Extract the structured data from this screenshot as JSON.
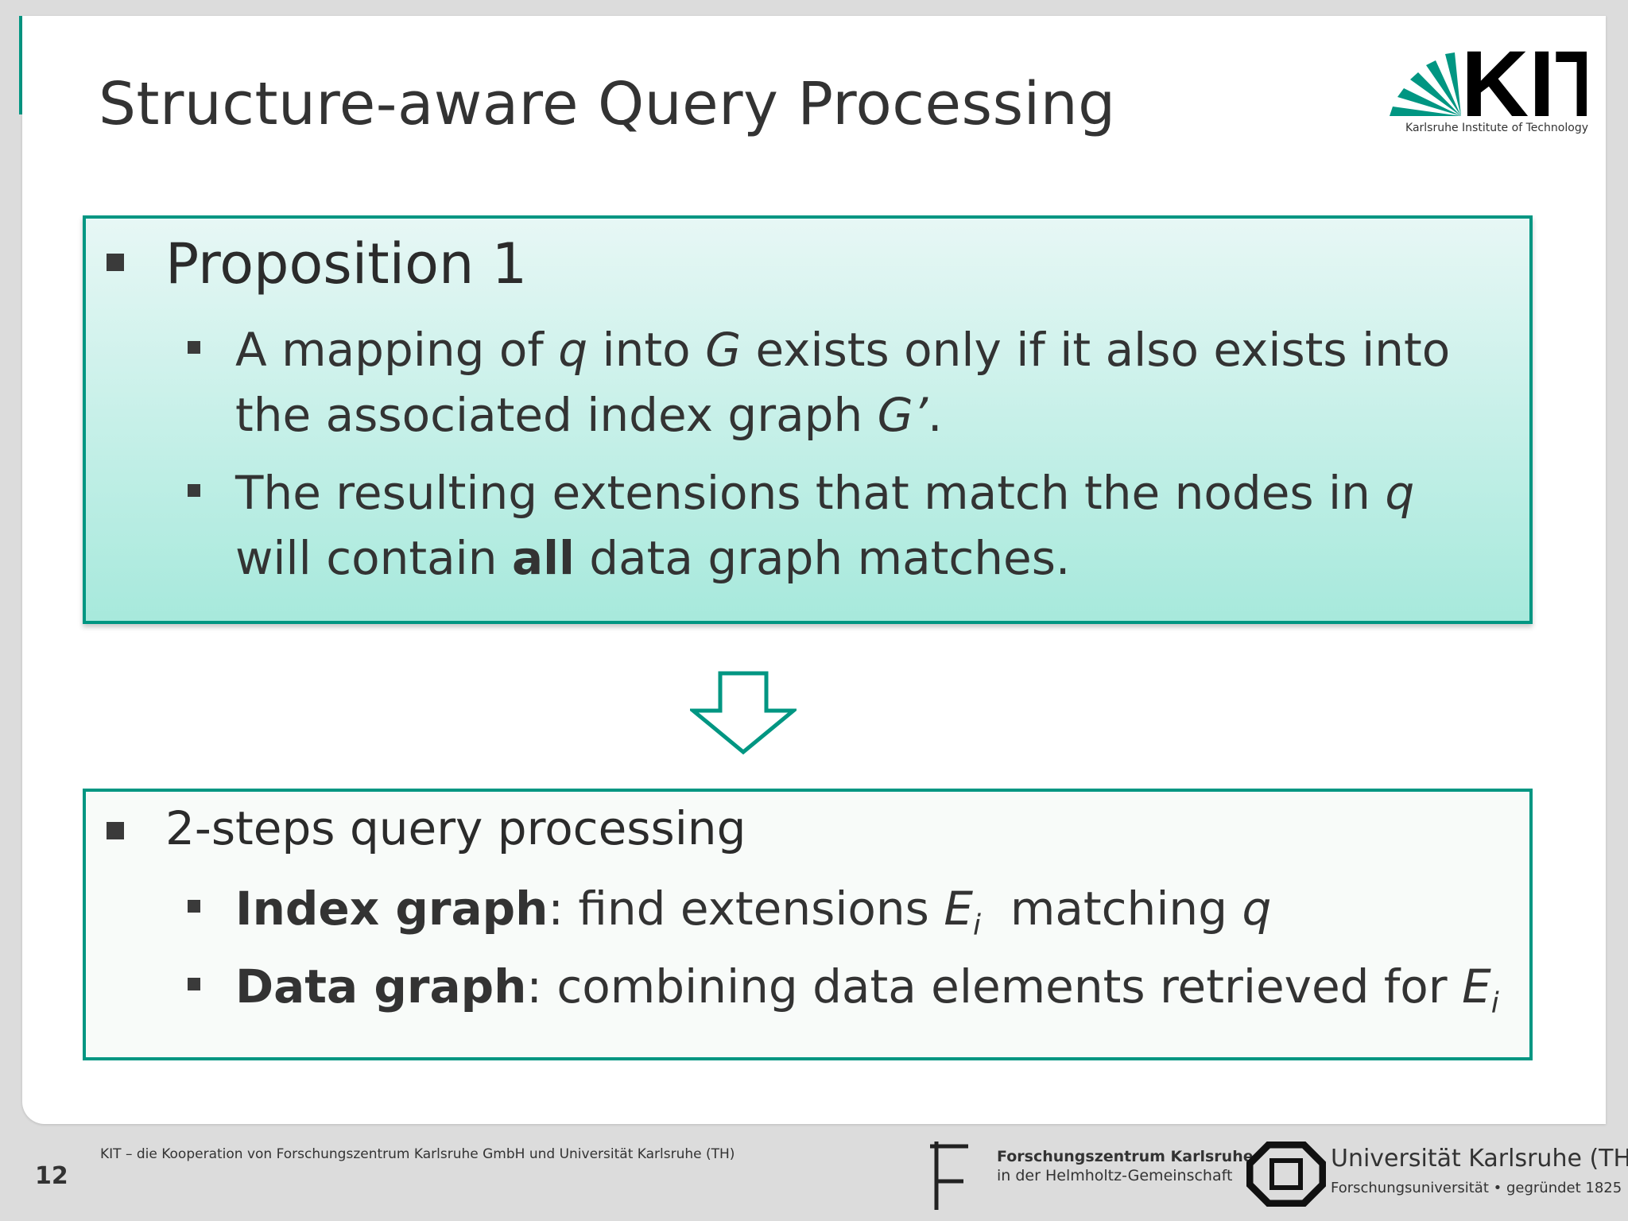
{
  "slide": {
    "title": "Structure-aware Query Processing",
    "logo": {
      "text": "KIT",
      "caption": "Karlsruhe Institute of Technology"
    },
    "box1": {
      "heading": "Proposition 1",
      "bullet1": {
        "t1": "A mapping of ",
        "q": "q",
        "t2": " into ",
        "G": "G",
        "t3": " exists only if it also exists into the associated index graph ",
        "Gprime": "G’",
        "t4": "."
      },
      "bullet2": {
        "t1": "The resulting extensions that match the nodes in ",
        "q": "q",
        "t2": " will contain ",
        "all": "all",
        "t3": " data graph matches."
      }
    },
    "box2": {
      "heading": "2-steps query processing",
      "bullet1": {
        "bold": "Index graph",
        "t1": ": find extensions ",
        "E": "E",
        "sub": "i",
        "t2": "  matching ",
        "q": "q"
      },
      "bullet2": {
        "bold": "Data graph",
        "t1": ": combining data elements retrieved for ",
        "E": "E",
        "sub": "i"
      }
    }
  },
  "footer": {
    "page_number": "12",
    "text": "KIT – die Kooperation von Forschungszentrum Karlsruhe GmbH und Universität Karlsruhe (TH)",
    "fzk": {
      "line1": "Forschungszentrum Karlsruhe",
      "line2": "in der Helmholtz-Gemeinschaft"
    },
    "uni": {
      "line1": "Universität Karlsruhe (TH)",
      "line2": "Forschungsuniversität • gegründet 1825"
    }
  },
  "colors": {
    "accent": "#009682",
    "text": "#333333",
    "background": "#dcdcdc"
  }
}
